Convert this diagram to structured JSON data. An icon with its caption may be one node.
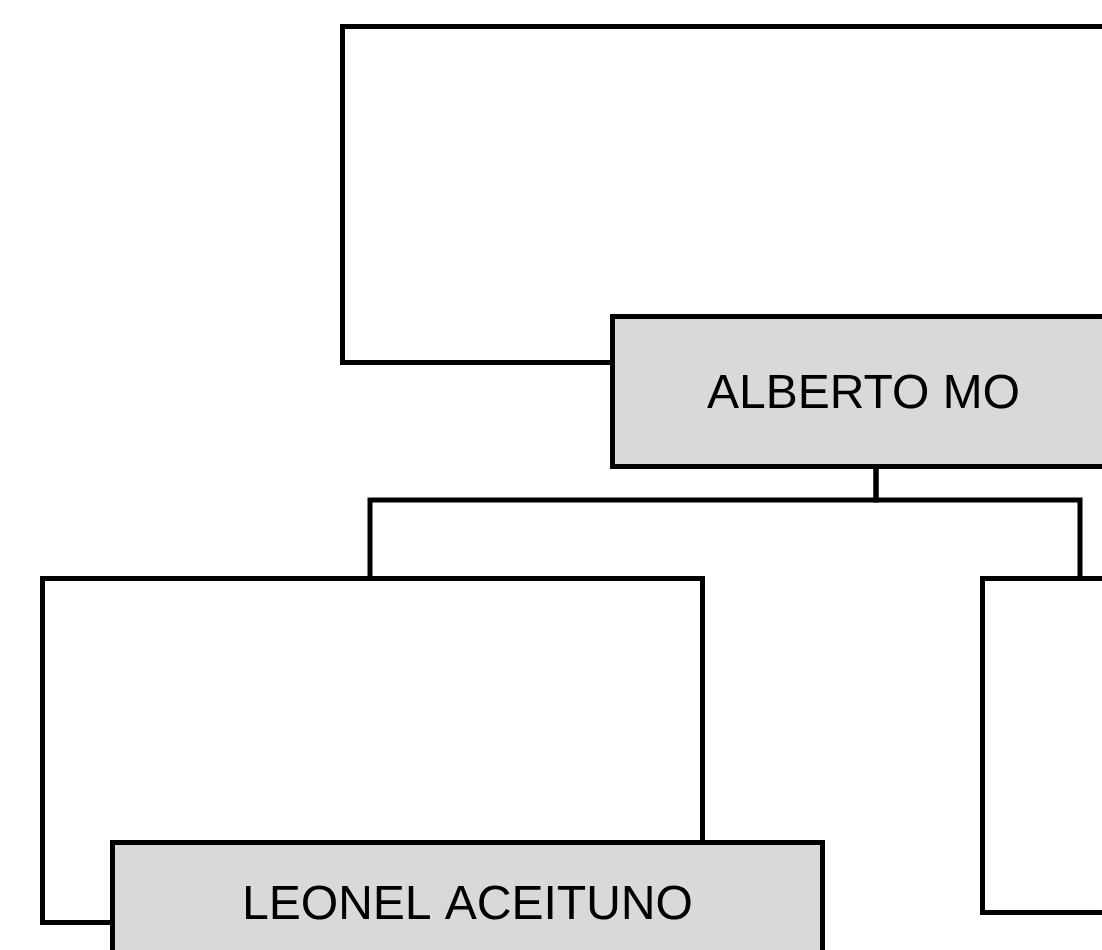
{
  "diagram": {
    "nodes": [
      {
        "text": [],
        "shape": "box"
      },
      {
        "text": [
          "ALBERTO MO"
        ]
      },
      {
        "text": [],
        "shape": "box"
      },
      {
        "text": [
          "LEONEL ACEITUNO"
        ]
      },
      {
        "text": [],
        "shape": "box"
      }
    ],
    "edges": [
      {
        "from": 1,
        "to": 2,
        "arrow": "none"
      },
      {
        "from": 1,
        "to": 4,
        "arrow": "none"
      }
    ]
  }
}
